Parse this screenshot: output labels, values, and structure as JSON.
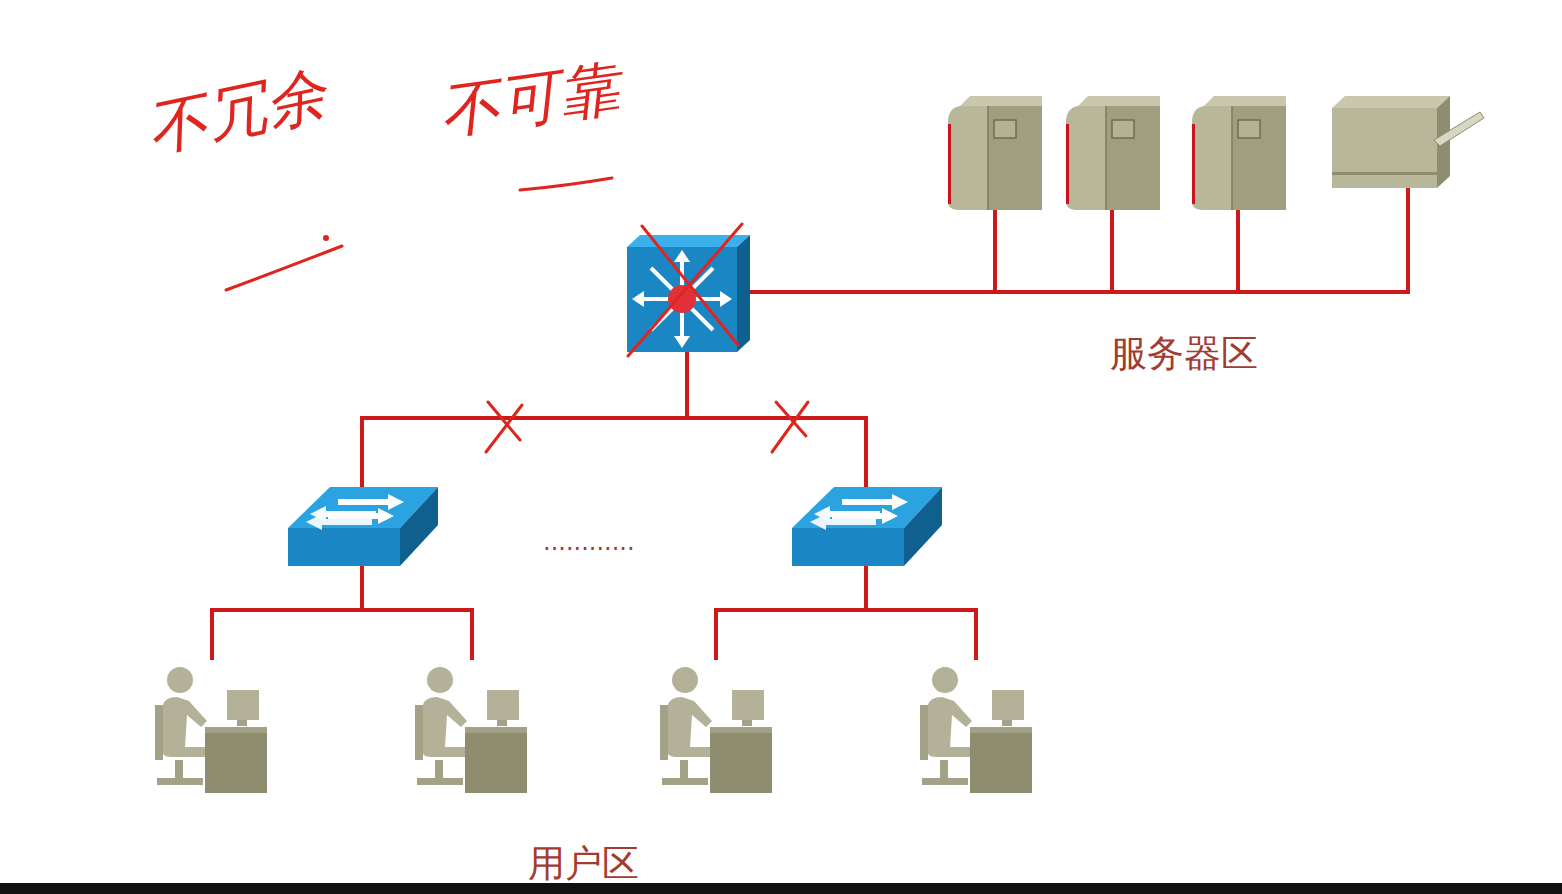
{
  "diagram": {
    "labels": [
      "不冗余",
      "不可靠",
      "服务器区",
      "............",
      "用户区"
    ]
  }
}
